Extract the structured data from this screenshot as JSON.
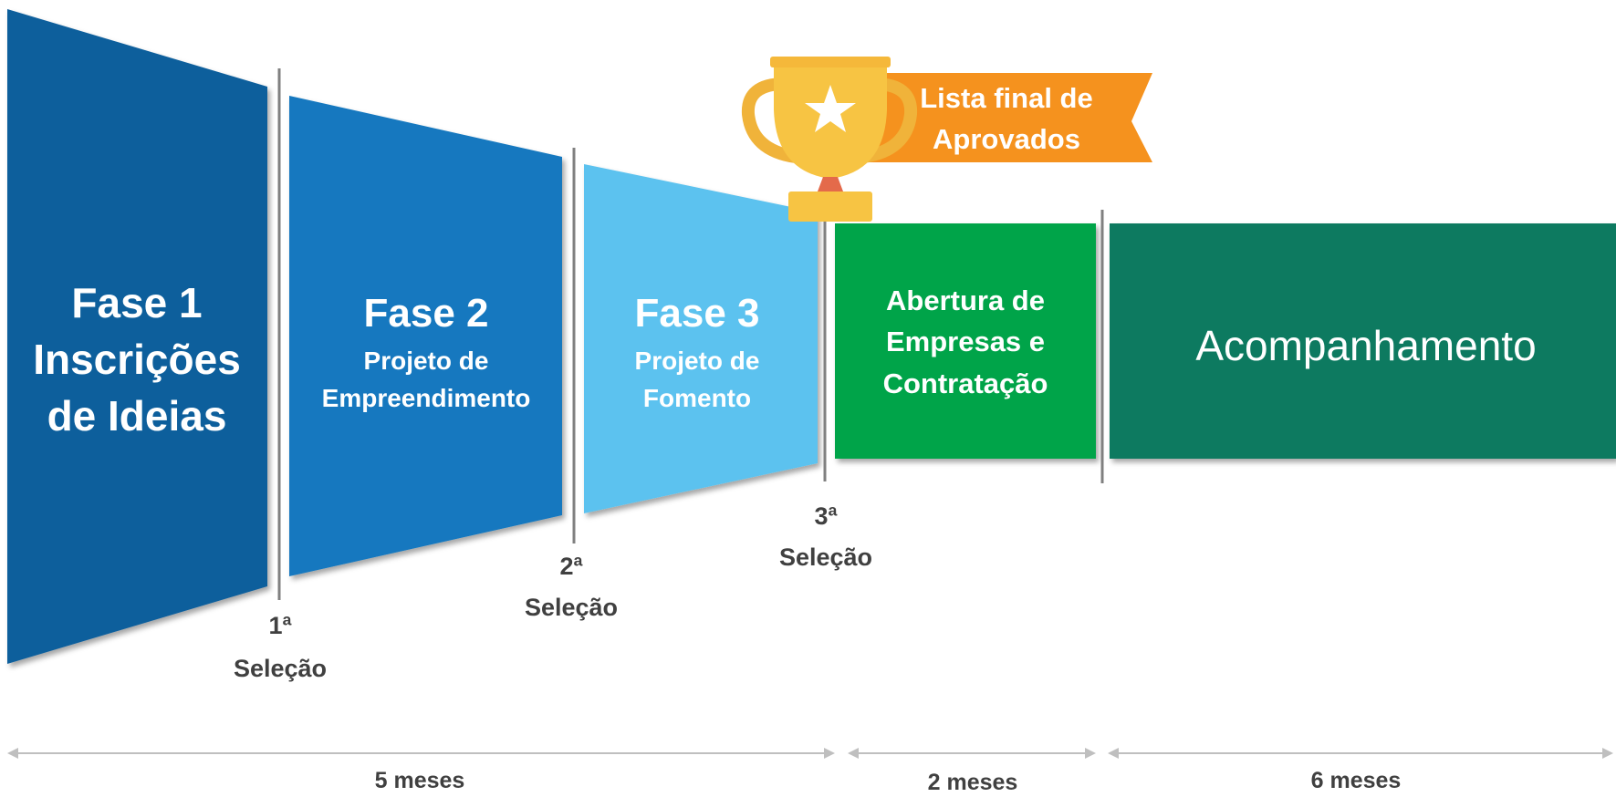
{
  "phases": [
    {
      "title_lines": [
        "Fase 1",
        "Inscrições",
        "de Ideias"
      ],
      "color": "#0d5e9c"
    },
    {
      "title": "Fase 2",
      "subtitle_lines": [
        "Projeto de",
        "Empreendimento"
      ],
      "color": "#1278bf"
    },
    {
      "title": "Fase 3",
      "subtitle_lines": [
        "Projeto de",
        "Fomento"
      ],
      "color": "#5bc2ef"
    },
    {
      "title_lines": [
        "Abertura de",
        "Empresas e",
        "Contratação"
      ],
      "color": "#06a44a"
    },
    {
      "title": "Acompanhamento",
      "color": "#097a60"
    }
  ],
  "selections": [
    {
      "ordinal": "1ª",
      "label": "Seleção"
    },
    {
      "ordinal": "2ª",
      "label": "Seleção"
    },
    {
      "ordinal": "3ª",
      "label": "Seleção"
    }
  ],
  "banner": {
    "lines": [
      "Lista final de",
      "Aprovados"
    ],
    "color": "#f5921e",
    "icon": "trophy-icon"
  },
  "timeline": [
    {
      "label": "5 meses"
    },
    {
      "label": "2 meses"
    },
    {
      "label": "6 meses"
    }
  ],
  "colors": {
    "divider": "#808080",
    "arrow": "#bfbfbf",
    "text_dark": "#404040",
    "trophy": "#f7c443"
  }
}
